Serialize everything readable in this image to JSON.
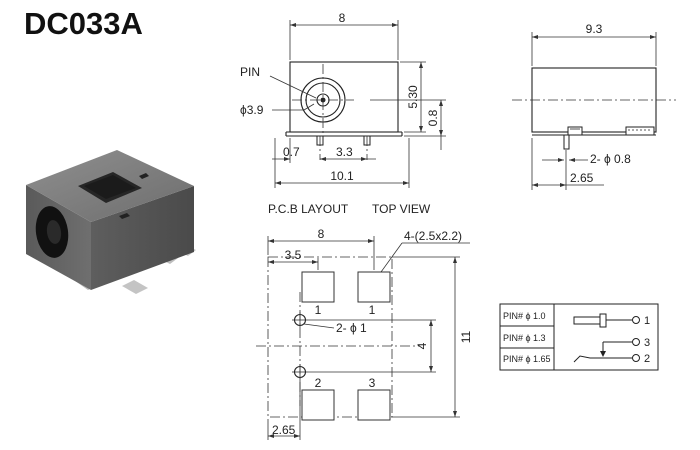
{
  "title": "DC033A",
  "front_view": {
    "width": "8",
    "height": "5.30",
    "pin_offset": "0.8",
    "pin_label": "PIN",
    "hole_diameter": "ϕ3.9",
    "foot_offset": "0.7",
    "pin_spacing": "3.3",
    "depth": "10.1"
  },
  "side_view": {
    "length": "9.3",
    "pin_diameter": "2- ϕ 0.8",
    "pin_offset": "2.65"
  },
  "pcb_layout": {
    "heading": "P.C.B LAYOUT",
    "view_label": "TOP VIEW",
    "width": "8",
    "pad_offset": "3.5",
    "pad_size": "4-(2.5x2.2)",
    "hole_label": "2- ϕ 1",
    "inner_height": "4",
    "outer_height": "11",
    "bottom_offset": "2.65",
    "pad_numbers": [
      "1",
      "1",
      "2",
      "3"
    ]
  },
  "pin_table": {
    "rows": [
      {
        "label": "PIN# ϕ 1.0",
        "pin": "1"
      },
      {
        "label": "PIN# ϕ 1.3",
        "pin": "3"
      },
      {
        "label": "PIN# ϕ 1.65",
        "pin": "2"
      }
    ]
  }
}
